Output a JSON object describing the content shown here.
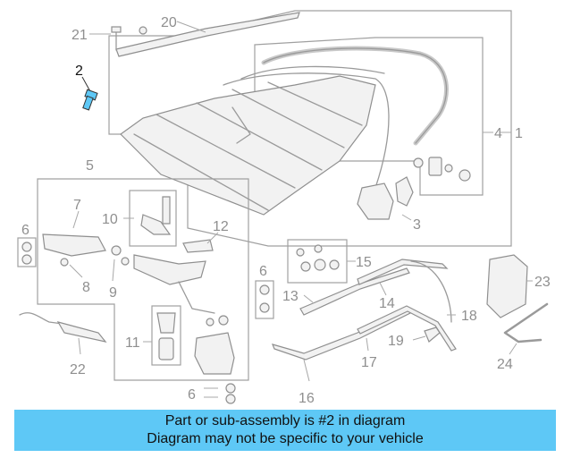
{
  "callouts": {
    "c1": "1",
    "c2": "2",
    "c3": "3",
    "c4": "4",
    "c5": "5",
    "c6a": "6",
    "c6b": "6",
    "c6c": "6",
    "c7": "7",
    "c8": "8",
    "c9": "9",
    "c10": "10",
    "c11": "11",
    "c12": "12",
    "c13": "13",
    "c14": "14",
    "c15": "15",
    "c16": "16",
    "c17": "17",
    "c18": "18",
    "c19": "19",
    "c20": "20",
    "c21": "21",
    "c22": "22",
    "c23": "23",
    "c24": "24"
  },
  "highlight_color": "#5ec8f6",
  "banner": {
    "line1": "Part or sub-assembly is #2 in diagram",
    "line2": "Diagram may not be specific to your vehicle"
  }
}
